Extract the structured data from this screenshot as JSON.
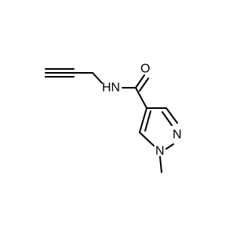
{
  "molecule": {
    "labels": {
      "nh": "HN",
      "n_ring": "N",
      "n_methyl": "N",
      "o": "O"
    }
  }
}
